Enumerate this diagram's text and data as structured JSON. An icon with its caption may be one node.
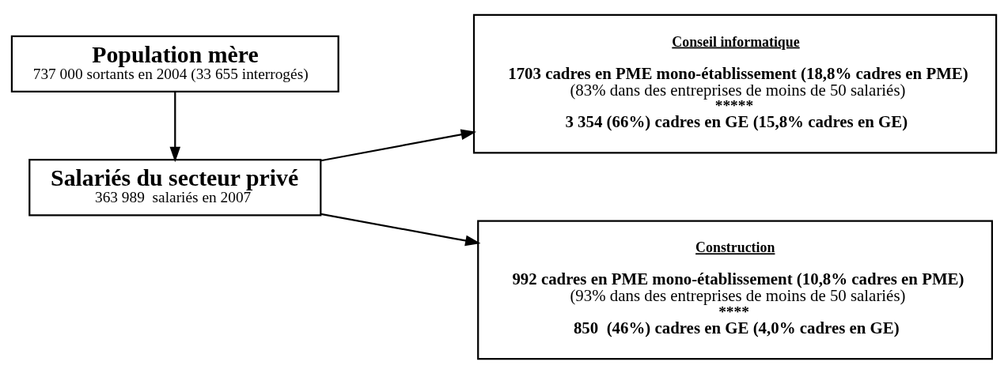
{
  "diagram": {
    "nodes": [
      {
        "text": [
          "Population mère",
          "737 000 sortants en 2004 (33 655 interrogés)"
        ]
      },
      {
        "text": [
          "Salariés du secteur privé",
          "363 989  salariés en 2007"
        ]
      },
      {
        "text": [
          "Conseil informatique",
          "1703 cadres en PME mono-établissement (18,8% cadres en PME)",
          "(83% dans des entreprises de moins de 50 salariés)",
          "*****",
          "3 354 (66%) cadres en GE (15,8% cadres en GE)"
        ]
      },
      {
        "text": [
          "Construction",
          "992 cadres en PME mono-établissement (10,8% cadres en PME)",
          "(93% dans des entreprises de moins de 50 salariés)",
          "****",
          "850  (46%) cadres en GE (4,0% cadres en GE)"
        ]
      }
    ],
    "edges": [
      {
        "from": 0,
        "to": 1,
        "arrow": "to"
      },
      {
        "from": 1,
        "to": 2,
        "arrow": "to"
      },
      {
        "from": 1,
        "to": 3,
        "arrow": "to"
      }
    ]
  }
}
